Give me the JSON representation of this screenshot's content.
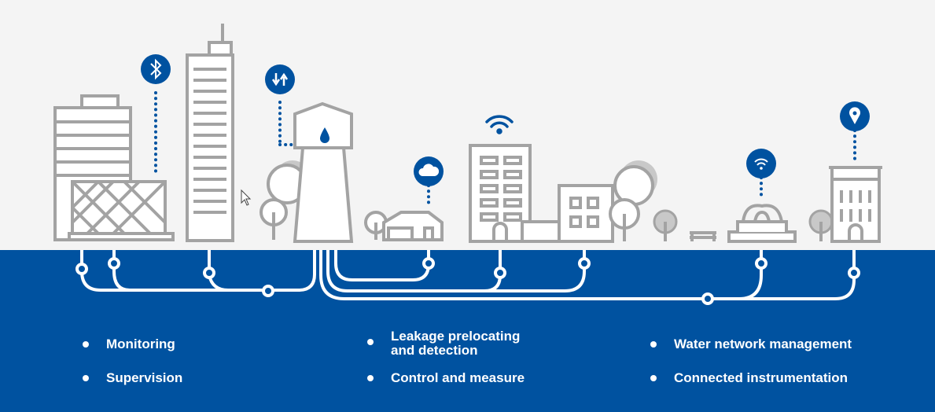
{
  "colors": {
    "brand_blue": "#0052a0",
    "building_gray": "#a3a3a3",
    "sky": "#f4f4f4"
  },
  "icons": [
    "bluetooth-icon",
    "data-transfer-icon",
    "cloud-icon",
    "wifi-icon",
    "wifi-badge-icon",
    "location-pin-icon",
    "water-drop-icon",
    "mouse-cursor-icon"
  ],
  "features": {
    "col1": [
      "Monitoring",
      "Supervision"
    ],
    "col2": [
      "Leakage prelocating",
      "and detection",
      "Control and measure"
    ],
    "col3": [
      "Water network management",
      "Connected instrumentation"
    ]
  }
}
